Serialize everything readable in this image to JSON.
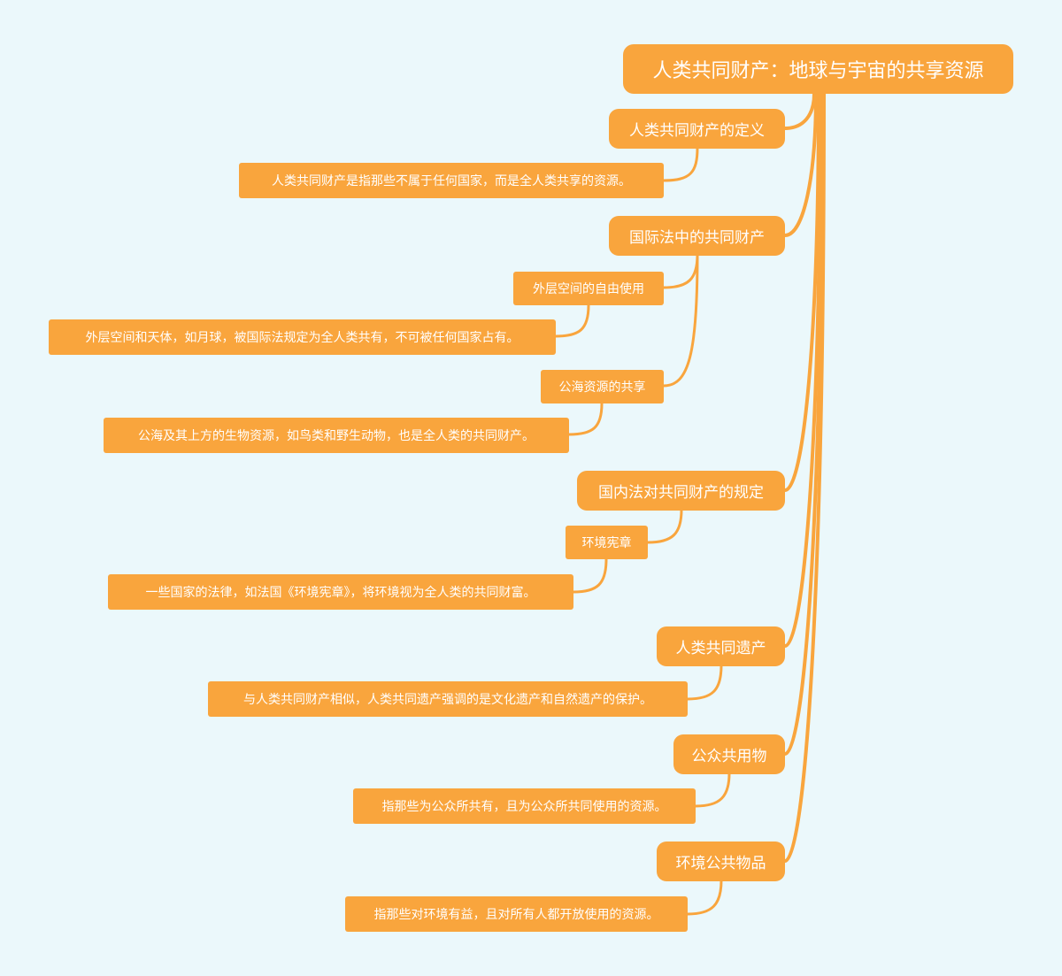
{
  "root": {
    "label": "人类共同财产：地球与宇宙的共享资源"
  },
  "branches": [
    {
      "label": "人类共同财产的定义",
      "leaf": "人类共同财产是指那些不属于任何国家，而是全人类共享的资源。"
    },
    {
      "label": "国际法中的共同财产",
      "children": [
        {
          "label": "外层空间的自由使用",
          "leaf": "外层空间和天体，如月球，被国际法规定为全人类共有，不可被任何国家占有。"
        },
        {
          "label": "公海资源的共享",
          "leaf": "公海及其上方的生物资源，如鸟类和野生动物，也是全人类的共同财产。"
        }
      ]
    },
    {
      "label": "国内法对共同财产的规定",
      "children": [
        {
          "label": "环境宪章",
          "leaf": "一些国家的法律，如法国《环境宪章》，将环境视为全人类的共同财富。"
        }
      ]
    },
    {
      "label": "人类共同遗产",
      "leaf": "与人类共同财产相似，人类共同遗产强调的是文化遗产和自然遗产的保护。"
    },
    {
      "label": "公众共用物",
      "leaf": "指那些为公众所共有，且为公众所共同使用的资源。"
    },
    {
      "label": "环境公共物品",
      "leaf": "指那些对环境有益，且对所有人都开放使用的资源。"
    }
  ],
  "colors": {
    "background": "#ebf8fb",
    "node": "#f9a53d",
    "connector": "#f9a53d",
    "text": "#ffffff"
  }
}
